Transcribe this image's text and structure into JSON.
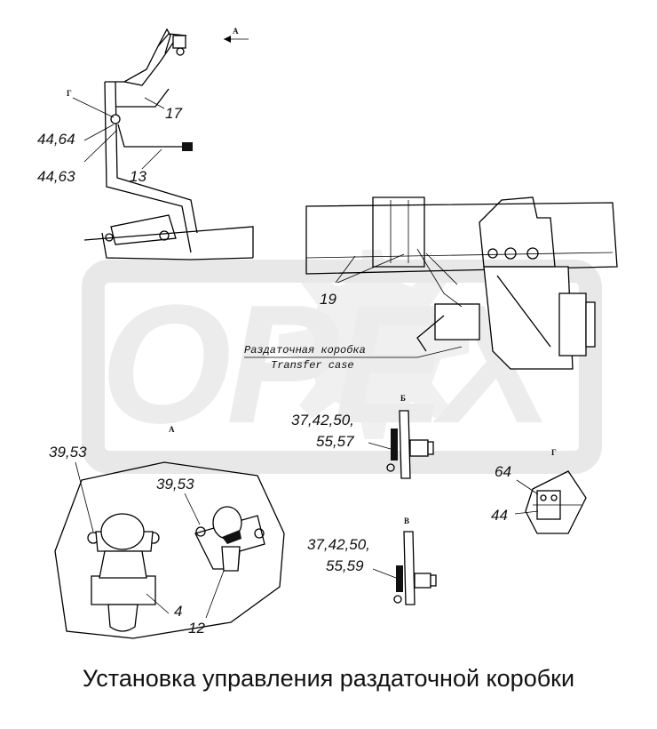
{
  "title": "Установка управления раздаточной коробки",
  "watermark": {
    "text": "OPEX",
    "color": "#dcdcdc"
  },
  "views": {
    "a_top": "А",
    "a": "А",
    "b": "Б",
    "v": "В",
    "g_left": "Г",
    "g_right": "Г"
  },
  "transfer_case": {
    "label_ru": "Раздаточная коробка",
    "label_en": "Transfer case"
  },
  "callouts": {
    "c17": "17",
    "c44_64": "44,64",
    "c44_63": "44,63",
    "c13": "13",
    "c19": "19",
    "b_line1": "37,42,50,",
    "b_line2": "55,57",
    "v_line1": "37,42,50,",
    "v_line2": "55,59",
    "c64": "64",
    "c44": "44",
    "a_39_53_left": "39,53",
    "a_39_53_right": "39,53",
    "c4": "4",
    "c12": "12"
  }
}
